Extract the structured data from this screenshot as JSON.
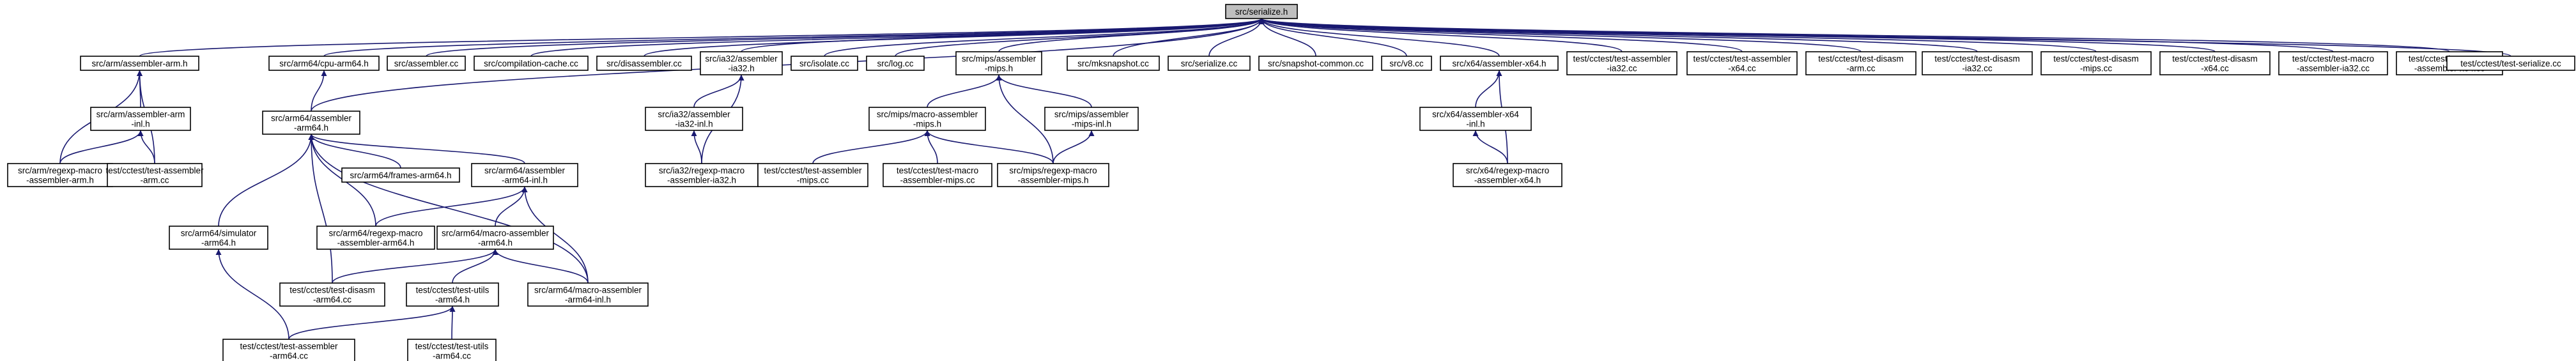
{
  "colors": {
    "edge": "#191970",
    "node_border": "#000000",
    "node_fill": "#ffffff",
    "root_fill": "#bfbfbf"
  },
  "nodes": [
    {
      "id": "n0",
      "label": [
        "src/serialize.h"
      ],
      "root": true
    },
    {
      "id": "n1",
      "label": [
        "src/arm/assembler-arm.h"
      ]
    },
    {
      "id": "n2",
      "label": [
        "src/arm64/cpu-arm64.h"
      ]
    },
    {
      "id": "n3",
      "label": [
        "src/assembler.cc"
      ]
    },
    {
      "id": "n4",
      "label": [
        "src/compilation-cache.cc"
      ]
    },
    {
      "id": "n5",
      "label": [
        "src/disassembler.cc"
      ]
    },
    {
      "id": "n6",
      "label": [
        "src/ia32/assembler",
        "-ia32.h"
      ]
    },
    {
      "id": "n7",
      "label": [
        "src/isolate.cc"
      ]
    },
    {
      "id": "n8",
      "label": [
        "src/log.cc"
      ]
    },
    {
      "id": "n9",
      "label": [
        "src/mips/assembler",
        "-mips.h"
      ]
    },
    {
      "id": "n10",
      "label": [
        "src/mksnapshot.cc"
      ]
    },
    {
      "id": "n11",
      "label": [
        "src/serialize.cc"
      ]
    },
    {
      "id": "n12",
      "label": [
        "src/snapshot-common.cc"
      ]
    },
    {
      "id": "n13",
      "label": [
        "src/v8.cc"
      ]
    },
    {
      "id": "n14",
      "label": [
        "src/x64/assembler-x64.h"
      ]
    },
    {
      "id": "n15",
      "label": [
        "test/cctest/test-assembler",
        "-ia32.cc"
      ]
    },
    {
      "id": "n16",
      "label": [
        "test/cctest/test-assembler",
        "-x64.cc"
      ]
    },
    {
      "id": "n17",
      "label": [
        "test/cctest/test-disasm",
        "-arm.cc"
      ]
    },
    {
      "id": "n18",
      "label": [
        "test/cctest/test-disasm",
        "-ia32.cc"
      ]
    },
    {
      "id": "n19",
      "label": [
        "test/cctest/test-disasm",
        "-mips.cc"
      ]
    },
    {
      "id": "n20",
      "label": [
        "test/cctest/test-disasm",
        "-x64.cc"
      ]
    },
    {
      "id": "n21",
      "label": [
        "test/cctest/test-macro",
        "-assembler-ia32.cc"
      ]
    },
    {
      "id": "n22",
      "label": [
        "test/cctest/test-macro",
        "-assembler-x64.cc"
      ]
    },
    {
      "id": "n23",
      "label": [
        "test/cctest/test-serialize.cc"
      ]
    },
    {
      "id": "n24",
      "label": [
        "src/arm/assembler-arm",
        "-inl.h"
      ]
    },
    {
      "id": "n25",
      "label": [
        "src/arm/regexp-macro",
        "-assembler-arm.h"
      ]
    },
    {
      "id": "n26",
      "label": [
        "test/cctest/test-assembler",
        "-arm.cc"
      ]
    },
    {
      "id": "n27",
      "label": [
        "src/arm64/assembler",
        "-arm64.h"
      ]
    },
    {
      "id": "n28",
      "label": [
        "src/arm64/frames-arm64.h"
      ]
    },
    {
      "id": "n29",
      "label": [
        "src/arm64/assembler",
        "-arm64-inl.h"
      ]
    },
    {
      "id": "n30",
      "label": [
        "src/arm64/regexp-macro",
        "-assembler-arm64.h"
      ]
    },
    {
      "id": "n31",
      "label": [
        "src/arm64/simulator",
        "-arm64.h"
      ]
    },
    {
      "id": "n32",
      "label": [
        "src/arm64/macro-assembler",
        "-arm64.h"
      ]
    },
    {
      "id": "n33",
      "label": [
        "test/cctest/test-disasm",
        "-arm64.cc"
      ]
    },
    {
      "id": "n34",
      "label": [
        "src/arm64/macro-assembler",
        "-arm64-inl.h"
      ]
    },
    {
      "id": "n35",
      "label": [
        "test/cctest/test-utils",
        "-arm64.h"
      ]
    },
    {
      "id": "n36",
      "label": [
        "test/cctest/test-assembler",
        "-arm64.cc"
      ]
    },
    {
      "id": "n37",
      "label": [
        "test/cctest/test-utils",
        "-arm64.cc"
      ]
    },
    {
      "id": "n38",
      "label": [
        "src/ia32/assembler",
        "-ia32-inl.h"
      ]
    },
    {
      "id": "n39",
      "label": [
        "src/ia32/regexp-macro",
        "-assembler-ia32.h"
      ]
    },
    {
      "id": "n40",
      "label": [
        "src/mips/macro-assembler",
        "-mips.h"
      ]
    },
    {
      "id": "n41",
      "label": [
        "src/mips/assembler",
        "-mips-inl.h"
      ]
    },
    {
      "id": "n42",
      "label": [
        "test/cctest/test-assembler",
        "-mips.cc"
      ]
    },
    {
      "id": "n43",
      "label": [
        "test/cctest/test-macro",
        "-assembler-mips.cc"
      ]
    },
    {
      "id": "n44",
      "label": [
        "src/mips/regexp-macro",
        "-assembler-mips.h"
      ]
    },
    {
      "id": "n45",
      "label": [
        "src/x64/assembler-x64",
        "-inl.h"
      ]
    },
    {
      "id": "n46",
      "label": [
        "src/x64/regexp-macro",
        "-assembler-x64.h"
      ]
    }
  ],
  "edges": [
    [
      "n1",
      "n0"
    ],
    [
      "n2",
      "n0"
    ],
    [
      "n3",
      "n0"
    ],
    [
      "n4",
      "n0"
    ],
    [
      "n5",
      "n0"
    ],
    [
      "n6",
      "n0"
    ],
    [
      "n7",
      "n0"
    ],
    [
      "n8",
      "n0"
    ],
    [
      "n9",
      "n0"
    ],
    [
      "n10",
      "n0"
    ],
    [
      "n11",
      "n0"
    ],
    [
      "n12",
      "n0"
    ],
    [
      "n13",
      "n0"
    ],
    [
      "n14",
      "n0"
    ],
    [
      "n15",
      "n0"
    ],
    [
      "n16",
      "n0"
    ],
    [
      "n17",
      "n0"
    ],
    [
      "n18",
      "n0"
    ],
    [
      "n19",
      "n0"
    ],
    [
      "n20",
      "n0"
    ],
    [
      "n21",
      "n0"
    ],
    [
      "n22",
      "n0"
    ],
    [
      "n23",
      "n0"
    ],
    [
      "n27",
      "n0"
    ],
    [
      "n24",
      "n1"
    ],
    [
      "n25",
      "n1"
    ],
    [
      "n26",
      "n1"
    ],
    [
      "n25",
      "n24"
    ],
    [
      "n26",
      "n24"
    ],
    [
      "n27",
      "n2"
    ],
    [
      "n28",
      "n27"
    ],
    [
      "n29",
      "n27"
    ],
    [
      "n30",
      "n27"
    ],
    [
      "n31",
      "n27"
    ],
    [
      "n33",
      "n27"
    ],
    [
      "n34",
      "n27"
    ],
    [
      "n30",
      "n29"
    ],
    [
      "n32",
      "n29"
    ],
    [
      "n34",
      "n29"
    ],
    [
      "n33",
      "n32"
    ],
    [
      "n34",
      "n32"
    ],
    [
      "n35",
      "n32"
    ],
    [
      "n36",
      "n31"
    ],
    [
      "n36",
      "n35"
    ],
    [
      "n37",
      "n35"
    ],
    [
      "n38",
      "n6"
    ],
    [
      "n39",
      "n6"
    ],
    [
      "n39",
      "n38"
    ],
    [
      "n40",
      "n9"
    ],
    [
      "n41",
      "n9"
    ],
    [
      "n44",
      "n9"
    ],
    [
      "n42",
      "n40"
    ],
    [
      "n43",
      "n40"
    ],
    [
      "n44",
      "n40"
    ],
    [
      "n44",
      "n41"
    ],
    [
      "n45",
      "n14"
    ],
    [
      "n46",
      "n14"
    ],
    [
      "n46",
      "n45"
    ]
  ]
}
